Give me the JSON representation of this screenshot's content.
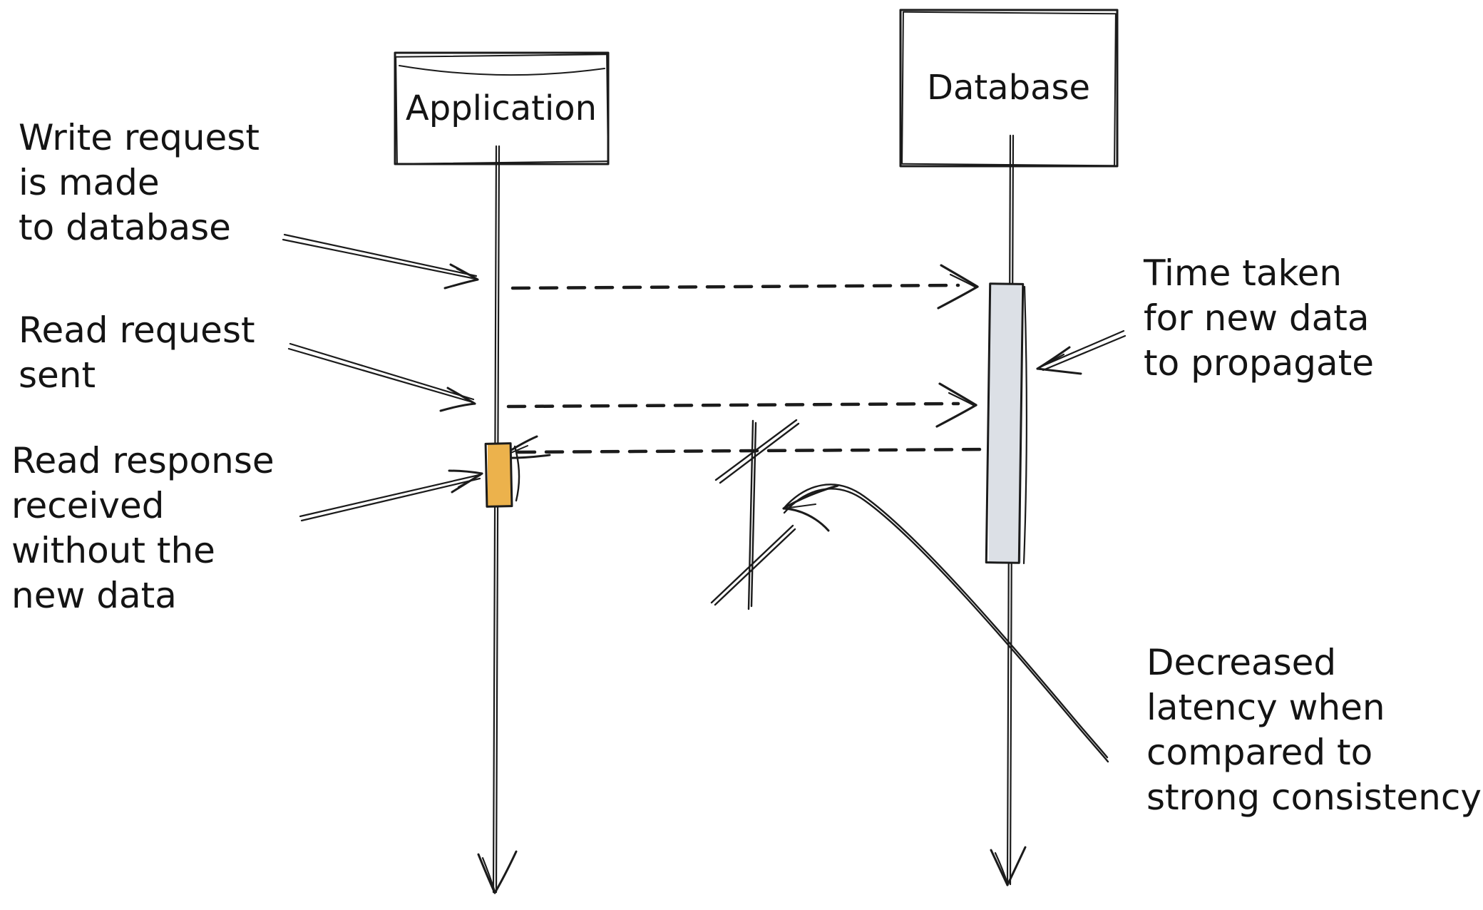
{
  "diagram": {
    "type": "hand-drawn-sequence-diagram",
    "boxes": {
      "application": {
        "label": "Application"
      },
      "database": {
        "label": "Database"
      }
    },
    "annotations": {
      "write_request": "Write request\nis made\nto database",
      "read_request": "Read request\nsent",
      "read_response": "Read response\nreceived\nwithout the\nnew data",
      "propagation_time": "Time taken\nfor new data\nto propagate",
      "decreased_latency": "Decreased\nlatency when\ncompared to\nstrong consistency"
    },
    "colors": {
      "ink": "#1b1b1b",
      "application_activation_fill": "#ECB24C",
      "database_activation_fill": "#DCE0E6",
      "background": "#ffffff"
    }
  }
}
